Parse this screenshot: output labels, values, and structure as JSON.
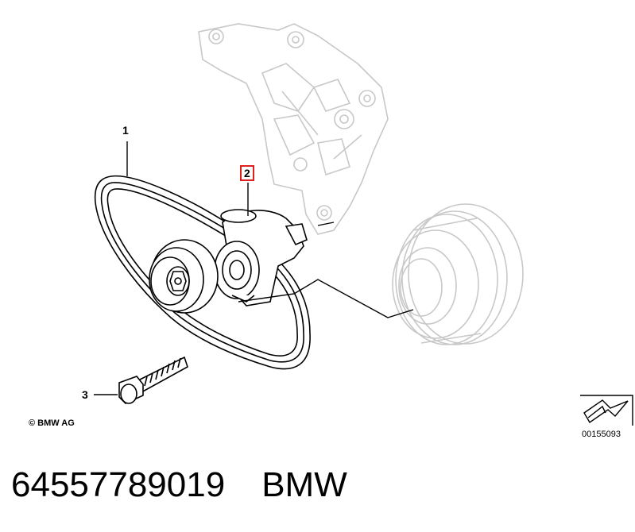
{
  "callouts": [
    {
      "label": "1"
    },
    {
      "label": "2",
      "highlighted": true
    },
    {
      "label": "3"
    }
  ],
  "copyright": "© BMW AG",
  "reference_number": "00155093",
  "caption": {
    "part_number": "64557789019",
    "brand": "BMW"
  },
  "colors": {
    "highlight": "#e02020",
    "ghost_part": "#c8c8c8",
    "line": "#000000"
  }
}
